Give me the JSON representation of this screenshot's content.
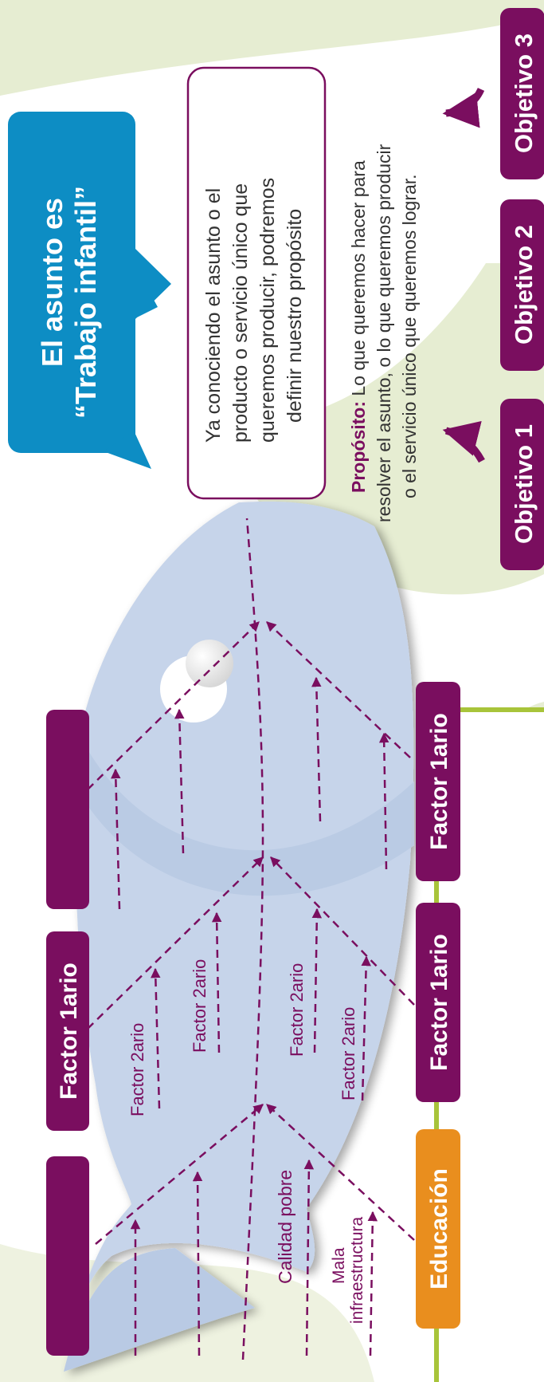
{
  "colors": {
    "purple": "#7a0e5f",
    "orange": "#e98e1e",
    "blue": "#0d8dc4",
    "fish": "#c9d6ec",
    "green_bg": "#e6edd2",
    "lime": "#a8c43a"
  },
  "callout": {
    "line1": "El asunto es",
    "line2": "“Trabajo infantil”"
  },
  "purpose_box": {
    "lines": [
      "Ya conociendo el asunto o el",
      "producto o servicio único que",
      "queremos producir, podremos",
      "definir nuestro propósito"
    ]
  },
  "purpose_definition": {
    "term": "Propósito:",
    "line1": "Lo que queremos hacer para",
    "line2": "resolver el asunto, o lo que queremos producir",
    "line3": "o el servicio único que queremos lograr."
  },
  "objectives": [
    "Objetivo 1",
    "Objetivo 2",
    "Objetivo 3"
  ],
  "top_factors": [
    "",
    "Factor 1ario",
    ""
  ],
  "bottom_factors": [
    "Educación",
    "Factor 1ario",
    "Factor 1ario"
  ],
  "secondary": {
    "top_a": "Factor 2ario",
    "top_b": "Factor 2ario",
    "bottom_a": "Factor 2ario",
    "bottom_b": "Factor 2ario"
  },
  "education_causes": {
    "quality": "Calidad pobre",
    "infra_line1": "Mala",
    "infra_line2": "infraestructura"
  }
}
